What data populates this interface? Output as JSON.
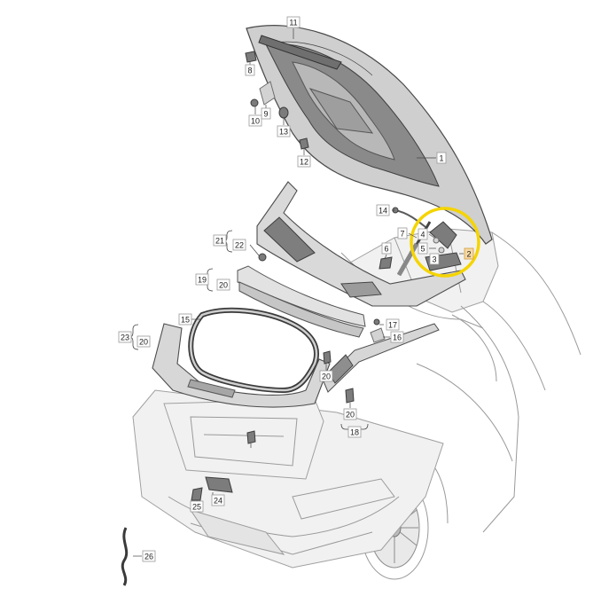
{
  "highlight": {
    "color": "#f5d400",
    "label_fill": "#f7d9a3"
  },
  "callouts": [
    {
      "id": "11",
      "text": "11"
    },
    {
      "id": "8",
      "text": "8"
    },
    {
      "id": "9",
      "text": "9"
    },
    {
      "id": "10",
      "text": "10"
    },
    {
      "id": "13",
      "text": "13"
    },
    {
      "id": "12",
      "text": "12"
    },
    {
      "id": "1",
      "text": "1"
    },
    {
      "id": "14",
      "text": "14"
    },
    {
      "id": "7",
      "text": "7"
    },
    {
      "id": "4",
      "text": "4"
    },
    {
      "id": "5",
      "text": "5"
    },
    {
      "id": "3",
      "text": "3"
    },
    {
      "id": "2",
      "text": "2"
    },
    {
      "id": "6",
      "text": "6"
    },
    {
      "id": "21",
      "text": "21"
    },
    {
      "id": "22",
      "text": "22"
    },
    {
      "id": "19",
      "text": "19"
    },
    {
      "id": "20a",
      "text": "20"
    },
    {
      "id": "15",
      "text": "15"
    },
    {
      "id": "17",
      "text": "17"
    },
    {
      "id": "16",
      "text": "16"
    },
    {
      "id": "23",
      "text": "23"
    },
    {
      "id": "20b",
      "text": "20"
    },
    {
      "id": "20c",
      "text": "20"
    },
    {
      "id": "18",
      "text": "18"
    },
    {
      "id": "20d",
      "text": "20"
    },
    {
      "id": "24",
      "text": "24"
    },
    {
      "id": "25",
      "text": "25"
    },
    {
      "id": "26",
      "text": "26"
    }
  ]
}
